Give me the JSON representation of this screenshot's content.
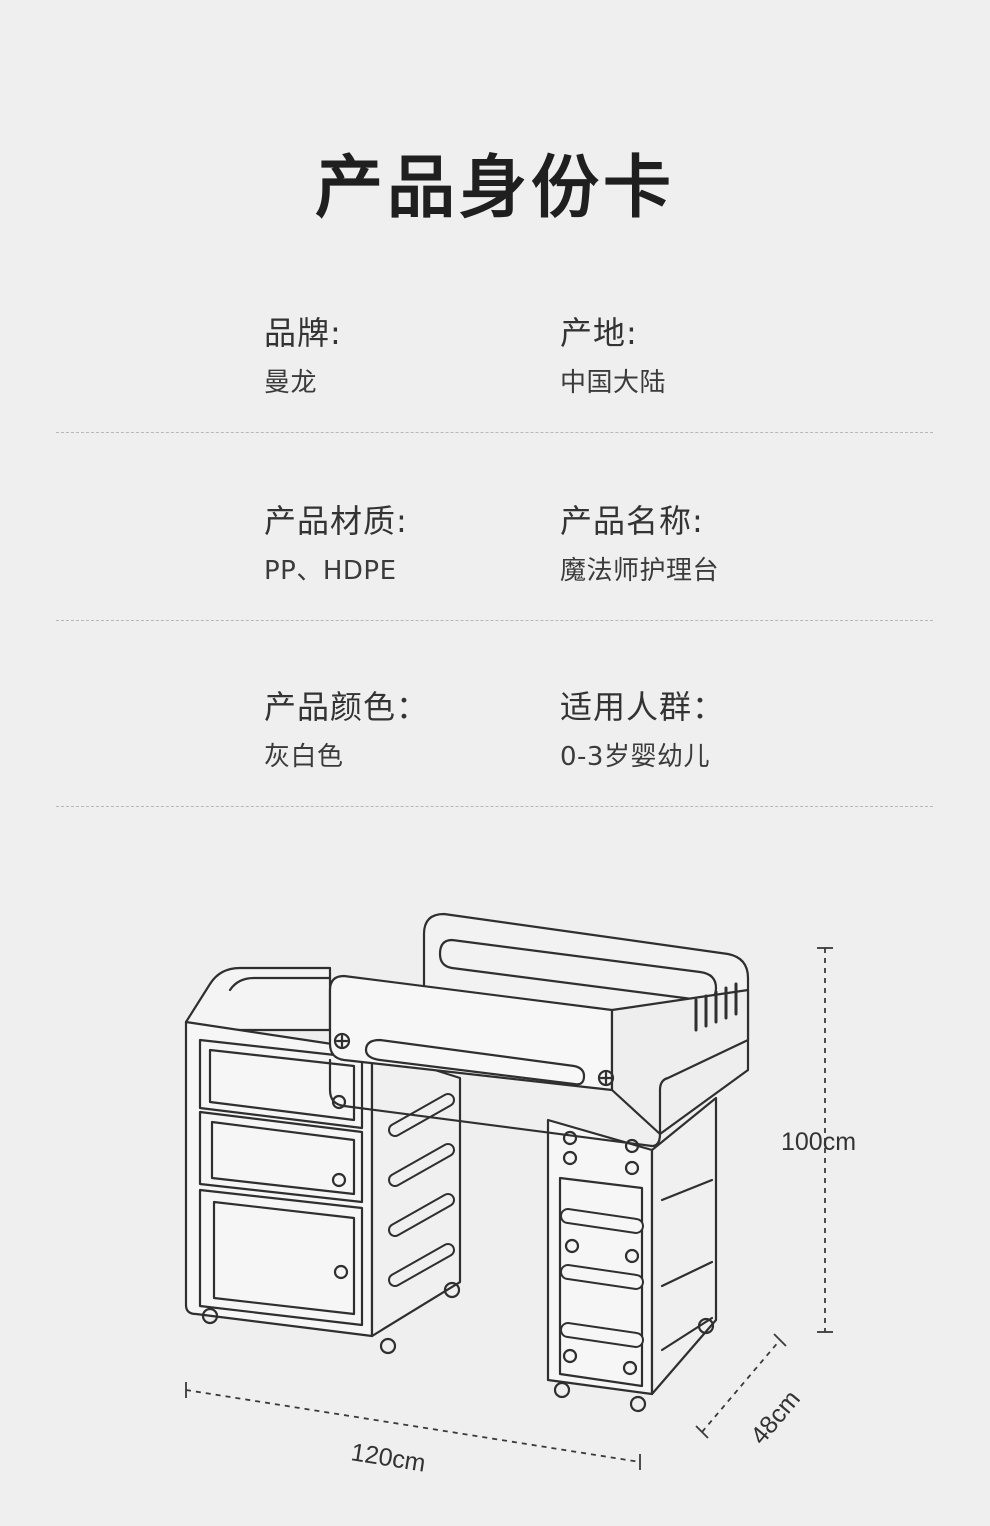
{
  "title": "产品身份卡",
  "specs": [
    {
      "label": "品牌:",
      "value": "曼龙"
    },
    {
      "label": "产地:",
      "value": "中国大陆"
    },
    {
      "label": "产品材质:",
      "value": "PP、HDPE"
    },
    {
      "label": "产品名称:",
      "value": "魔法师护理台"
    },
    {
      "label": "产品颜色：",
      "value": "灰白色"
    },
    {
      "label": "适用人群：",
      "value": "0-3岁婴幼儿"
    }
  ],
  "dimensions": {
    "height": "100cm",
    "width": "120cm",
    "depth": "48cm"
  }
}
